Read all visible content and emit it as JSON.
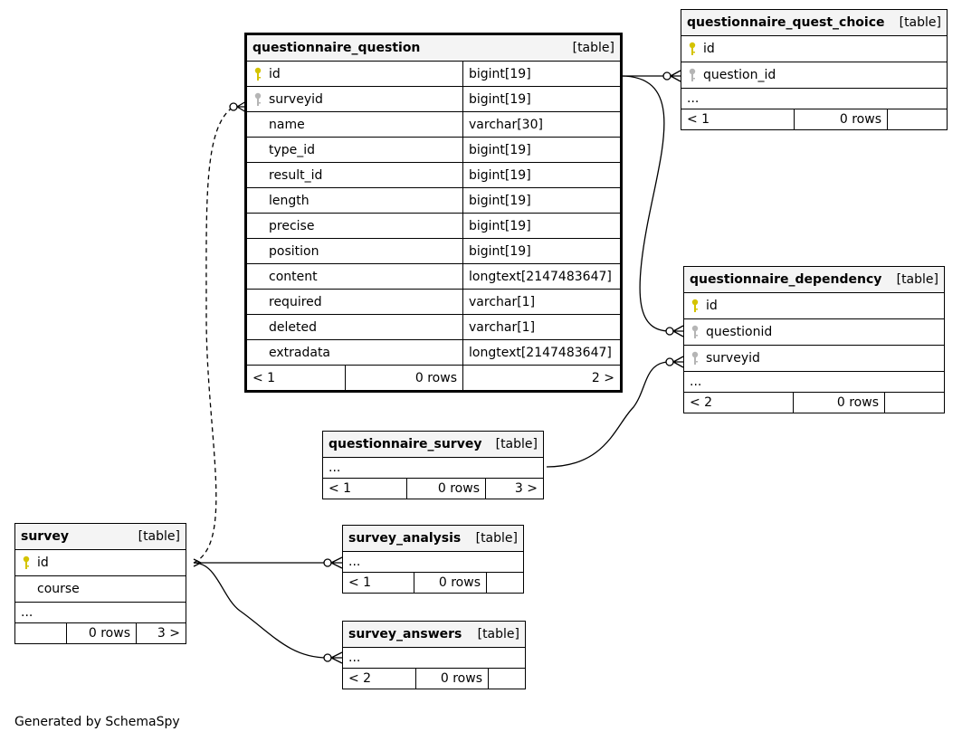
{
  "tables": {
    "questionnaire_question": {
      "name": "questionnaire_question",
      "kind": "[table]",
      "columns": [
        {
          "key": "primary",
          "name": "id",
          "type": "bigint[19]"
        },
        {
          "key": "foreign",
          "name": "surveyid",
          "type": "bigint[19]"
        },
        {
          "key": "none",
          "name": "name",
          "type": "varchar[30]"
        },
        {
          "key": "none",
          "name": "type_id",
          "type": "bigint[19]"
        },
        {
          "key": "none",
          "name": "result_id",
          "type": "bigint[19]"
        },
        {
          "key": "none",
          "name": "length",
          "type": "bigint[19]"
        },
        {
          "key": "none",
          "name": "precise",
          "type": "bigint[19]"
        },
        {
          "key": "none",
          "name": "position",
          "type": "bigint[19]"
        },
        {
          "key": "none",
          "name": "content",
          "type": "longtext[2147483647]"
        },
        {
          "key": "none",
          "name": "required",
          "type": "varchar[1]"
        },
        {
          "key": "none",
          "name": "deleted",
          "type": "varchar[1]"
        },
        {
          "key": "none",
          "name": "extradata",
          "type": "longtext[2147483647]"
        }
      ],
      "footer": {
        "parents": "< 1",
        "rows": "0 rows",
        "children": "2 >"
      }
    },
    "questionnaire_quest_choice": {
      "name": "questionnaire_quest_choice",
      "kind": "[table]",
      "columns": [
        {
          "key": "primary",
          "name": "id"
        },
        {
          "key": "foreign",
          "name": "question_id"
        }
      ],
      "ellipsis": "...",
      "footer": {
        "parents": "< 1",
        "rows": "0 rows",
        "children": ""
      }
    },
    "questionnaire_dependency": {
      "name": "questionnaire_dependency",
      "kind": "[table]",
      "columns": [
        {
          "key": "primary",
          "name": "id"
        },
        {
          "key": "foreign",
          "name": "questionid"
        },
        {
          "key": "foreign",
          "name": "surveyid"
        }
      ],
      "ellipsis": "...",
      "footer": {
        "parents": "< 2",
        "rows": "0 rows",
        "children": ""
      }
    },
    "questionnaire_survey": {
      "name": "questionnaire_survey",
      "kind": "[table]",
      "ellipsis": "...",
      "footer": {
        "parents": "< 1",
        "rows": "0 rows",
        "children": "3 >"
      }
    },
    "survey": {
      "name": "survey",
      "kind": "[table]",
      "columns": [
        {
          "key": "primary",
          "name": "id"
        },
        {
          "key": "none",
          "name": "course"
        }
      ],
      "ellipsis": "...",
      "footer": {
        "parents": "",
        "rows": "0 rows",
        "children": "3 >"
      }
    },
    "survey_analysis": {
      "name": "survey_analysis",
      "kind": "[table]",
      "ellipsis": "...",
      "footer": {
        "parents": "< 1",
        "rows": "0 rows",
        "children": ""
      }
    },
    "survey_answers": {
      "name": "survey_answers",
      "kind": "[table]",
      "ellipsis": "...",
      "footer": {
        "parents": "< 2",
        "rows": "0 rows",
        "children": ""
      }
    }
  },
  "colors": {
    "primary_key": "#d4c300",
    "foreign_key": "#b5b5b5",
    "header_bg": "#f4f4f4"
  },
  "icons": {
    "primary": "key-icon",
    "foreign": "foreign-key-icon"
  },
  "footer_text": "Generated by SchemaSpy"
}
